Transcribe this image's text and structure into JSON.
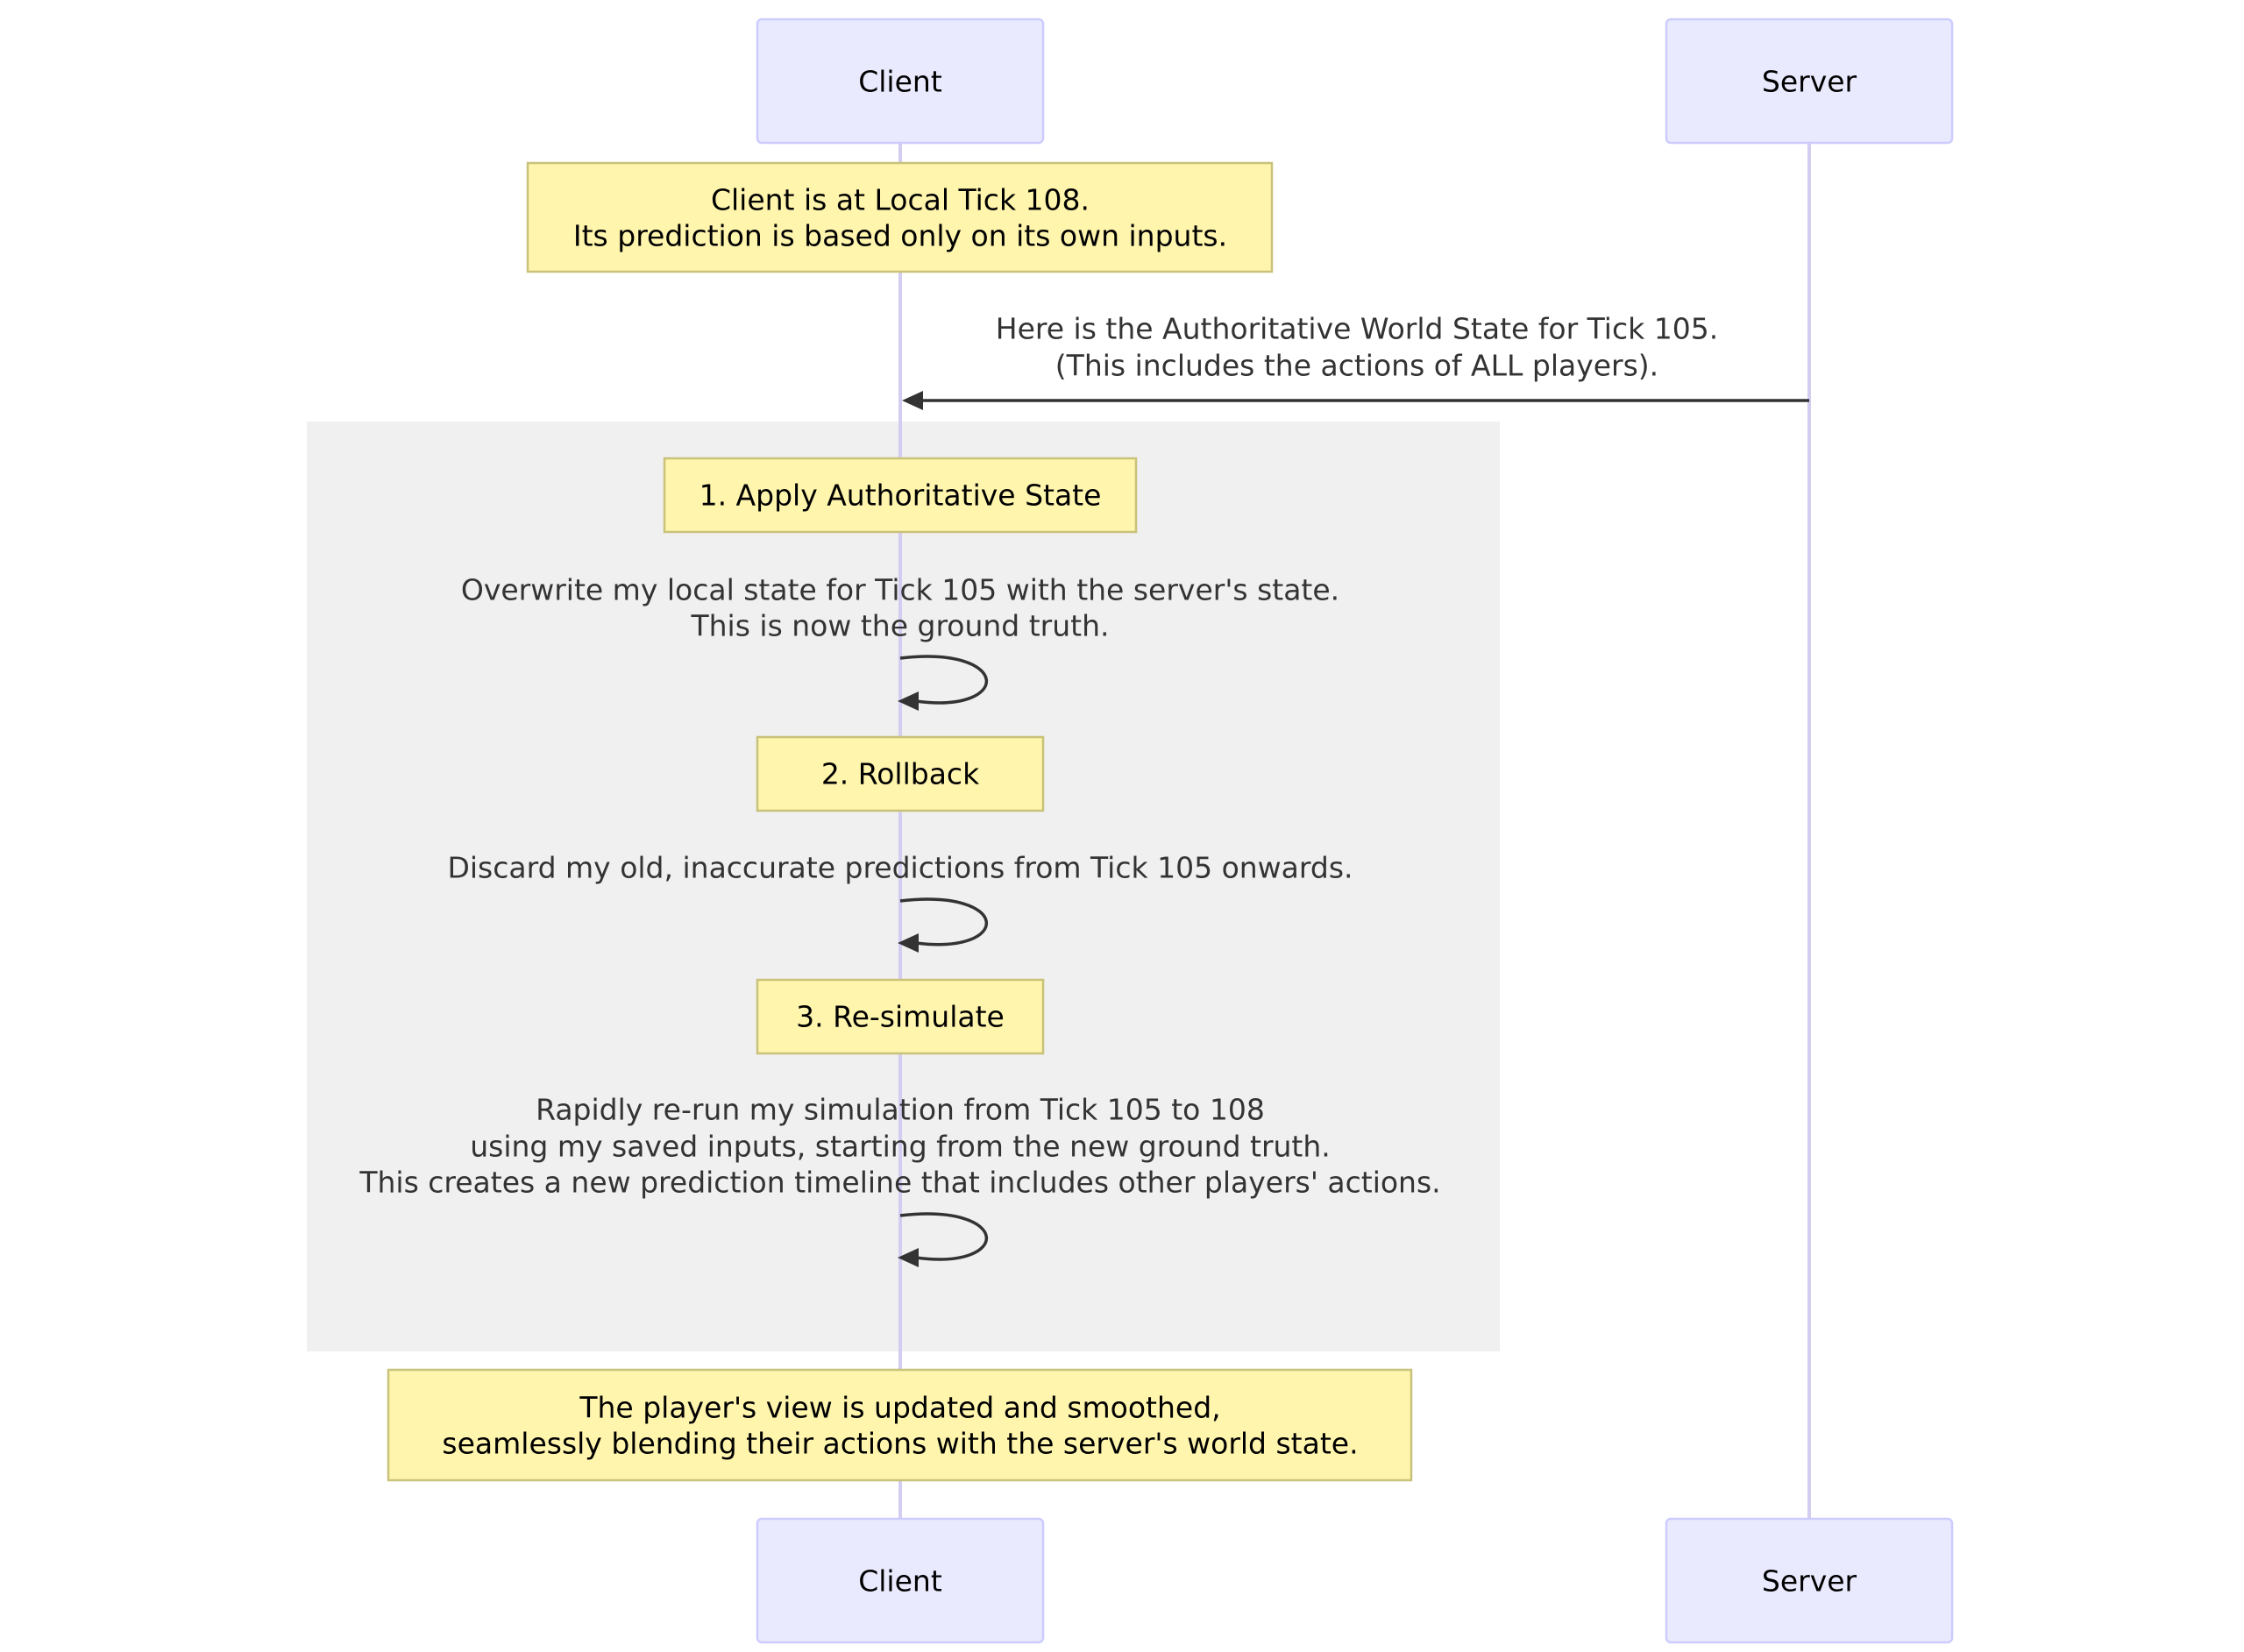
{
  "participants": {
    "client": "Client",
    "server": "Server"
  },
  "notes": {
    "intro": [
      "Client is at Local Tick 108.",
      "Its prediction is based only on its own inputs."
    ],
    "step1": [
      "1. Apply Authoritative State"
    ],
    "step2": [
      "2. Rollback"
    ],
    "step3": [
      "3. Re-simulate"
    ],
    "final": [
      "The player's view is updated and smoothed,",
      "seamlessly blending their actions with the server's world state."
    ]
  },
  "messages": {
    "server_to_client": [
      "Here is the Authoritative World State for Tick 105.",
      "(This includes the actions of ALL players)."
    ],
    "self_overwrite": [
      "Overwrite my local state for Tick 105 with the server's state.",
      "This is now the ground truth."
    ],
    "self_discard": [
      "Discard my old, inaccurate predictions from Tick 105 onwards."
    ],
    "self_resimulate": [
      "Rapidly re-run my simulation from Tick 105 to 108",
      "using my saved inputs, starting from the new ground truth.",
      "This creates a new prediction timeline that includes other players' actions."
    ]
  },
  "colors": {
    "actor_fill": "#eaeaff",
    "actor_border": "#ccccff",
    "note_fill": "#fff5ad",
    "note_border": "#c8c27a",
    "highlight_rect": "#f0f0f0",
    "line": "#333333"
  }
}
